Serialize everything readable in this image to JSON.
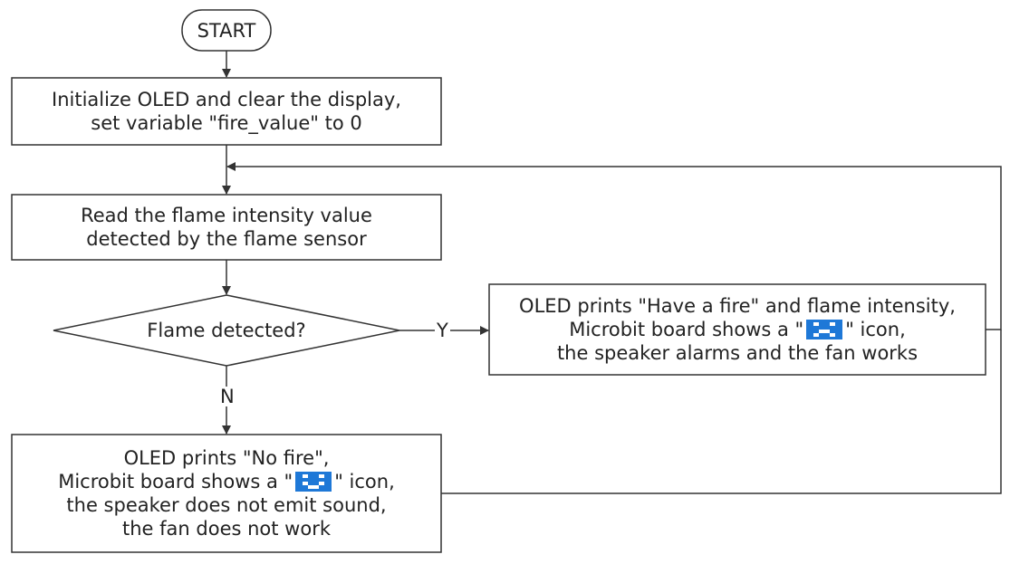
{
  "nodes": {
    "start": "START",
    "init": [
      "Initialize OLED and clear the display,",
      "set variable \"fire_value\" to 0"
    ],
    "read": [
      "Read the flame intensity value",
      "detected by the flame sensor"
    ],
    "decision": "Flame detected?",
    "yes_box": {
      "line1": "OLED prints \"Have a fire\" and flame intensity,",
      "line2_pre": "Microbit board shows a \"",
      "line2_post": "\" icon,",
      "line3": "the speaker alarms and the fan works"
    },
    "no_box": {
      "line1": "OLED prints \"No fire\",",
      "line2_pre": "Microbit board shows a \"",
      "line2_post": "\" icon,",
      "line3": "the speaker does not emit sound,",
      "line4": "the fan does not work"
    }
  },
  "edges": {
    "yes_label": "Y",
    "no_label": "N"
  },
  "icons": {
    "yes_icon": "sad-face-led-icon",
    "no_icon": "smile-face-led-icon",
    "icon_color": "#1e78d7"
  }
}
